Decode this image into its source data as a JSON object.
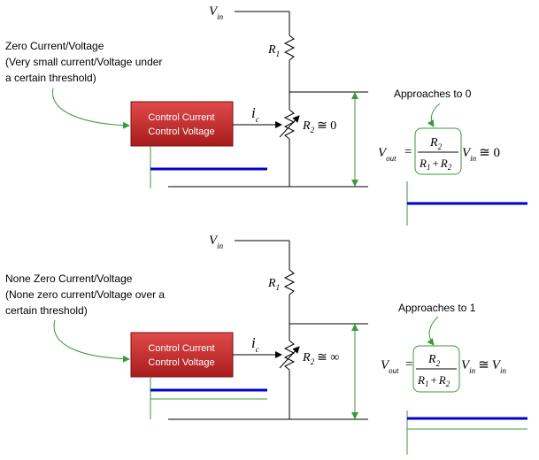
{
  "top": {
    "note_lines": [
      "Zero Current/Voltage",
      "(Very small current/Voltage under",
      "a certain threshold)"
    ],
    "box_lines": [
      "Control Current",
      "Control Voltage"
    ],
    "approaches": "Approaches to 0",
    "r2_rel": "≅ 0",
    "result": "≅ 0"
  },
  "bottom": {
    "note_lines": [
      "None Zero Current/Voltage",
      "(None zero current/Voltage over a",
      "certain threshold)"
    ],
    "box_lines": [
      "Control Current",
      "Control Voltage"
    ],
    "approaches": "Approaches to 1",
    "r2_rel": "≅ ∞",
    "result": "≅"
  },
  "symbols": {
    "V": "V",
    "in": "in",
    "out": "out",
    "R": "R",
    "one": "1",
    "two": "2",
    "i": "i",
    "c": "c",
    "equals": "=",
    "plus": "+"
  },
  "colors": {
    "box_fill": "#c0282a",
    "green": "#3a9a3a",
    "blue": "#0000cc"
  }
}
